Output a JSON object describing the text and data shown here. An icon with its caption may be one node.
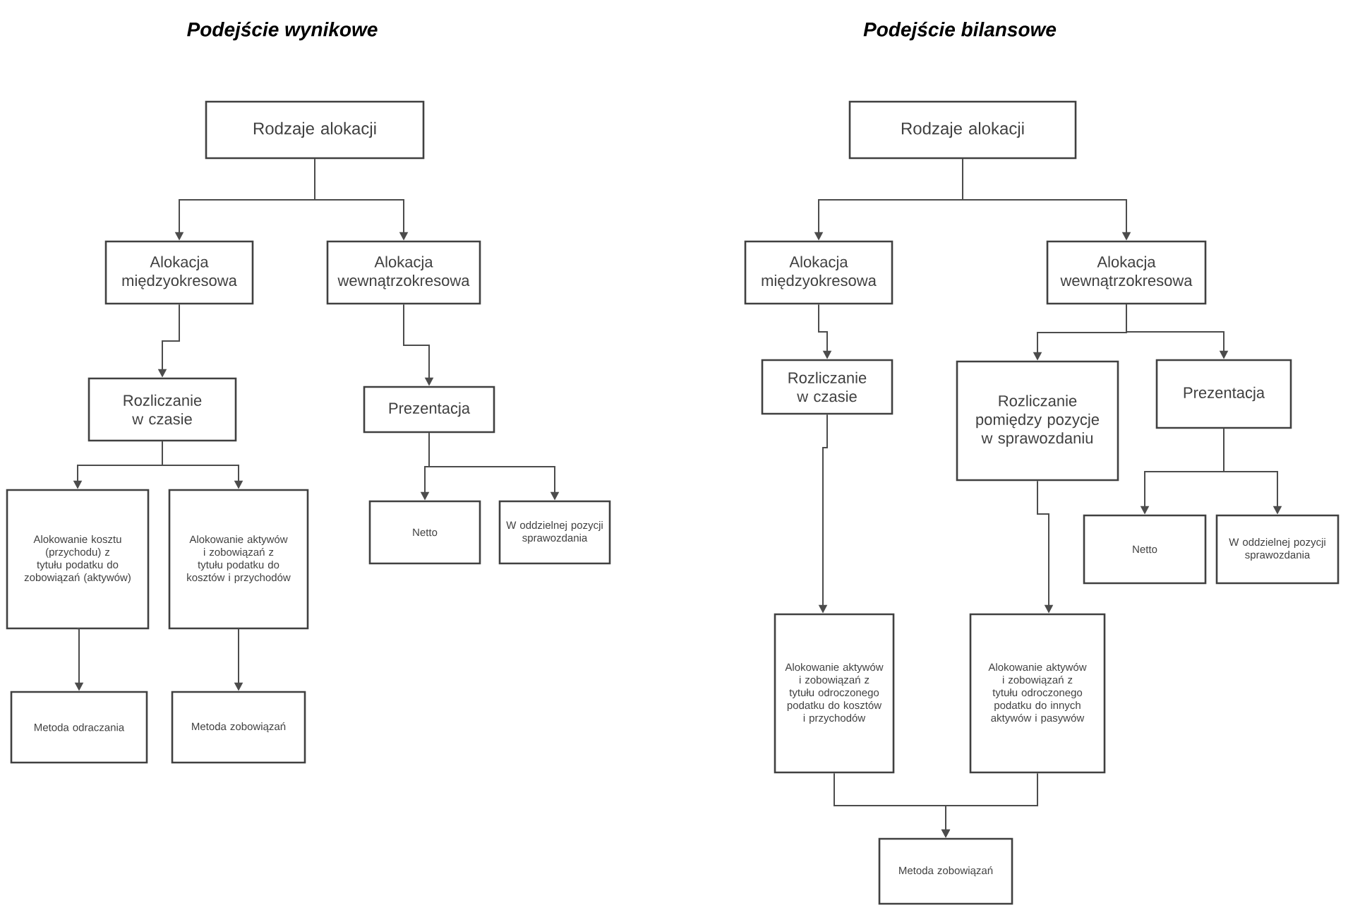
{
  "diagram": {
    "nodes": [
      {
        "text": [
          "Rodzaje alokacji"
        ]
      },
      {
        "text": [
          "Alokacja międzyokresowa"
        ]
      },
      {
        "text": [
          "Alokacja wewnątrzokresowa"
        ]
      },
      {
        "text": [
          "Rozliczanie w czasie"
        ]
      },
      {
        "text": [
          "Prezentacja"
        ]
      },
      {
        "text": [
          "Alokowanie kosztu (przychodu) z tytułu podatku do zobowiązań (aktywów)"
        ]
      },
      {
        "text": [
          "Alokowanie aktywów i zobowiązań z tytułu podatku do kosztów i przychodów"
        ]
      },
      {
        "text": [
          "Netto"
        ]
      },
      {
        "text": [
          "W oddzielnej pozycji sprawozdania"
        ]
      },
      {
        "text": [
          "Metoda odraczania"
        ]
      },
      {
        "text": [
          "Metoda zobowiązań"
        ]
      },
      {
        "text": [
          "Rodzaje alokacji"
        ]
      },
      {
        "text": [
          "Alokacja międzyokresowa"
        ]
      },
      {
        "text": [
          "Alokacja wewnątrzokresowa"
        ]
      },
      {
        "text": [
          "Rozliczanie w czasie"
        ]
      },
      {
        "text": [
          "Rozliczanie pomiędzy pozycje w sprawozdaniu"
        ]
      },
      {
        "text": [
          "Prezentacja"
        ]
      },
      {
        "text": [
          "Netto"
        ]
      },
      {
        "text": [
          "W oddzielnej pozycji sprawozdania"
        ]
      },
      {
        "text": [
          "Alokowanie aktywów i zobowiązań z tytułu odroczonego podatku do kosztów i przychodów"
        ]
      },
      {
        "text": [
          "Alokowanie aktywów i zobowiązań z tytułu odroczonego podatku do innych aktywów i pasywów"
        ]
      },
      {
        "text": [
          "Metoda zobowiązań"
        ]
      }
    ],
    "edges": [
      {
        "from": 0,
        "to": 1,
        "arrow": "to"
      },
      {
        "from": 0,
        "to": 2,
        "arrow": "to"
      },
      {
        "from": 1,
        "to": 3,
        "arrow": "to"
      },
      {
        "from": 2,
        "to": 4,
        "arrow": "to"
      },
      {
        "from": 3,
        "to": 5,
        "arrow": "to"
      },
      {
        "from": 3,
        "to": 6,
        "arrow": "to"
      },
      {
        "from": 4,
        "to": 7,
        "arrow": "to"
      },
      {
        "from": 4,
        "to": 8,
        "arrow": "to"
      },
      {
        "from": 5,
        "to": 9,
        "arrow": "to"
      },
      {
        "from": 6,
        "to": 10,
        "arrow": "to"
      },
      {
        "from": 11,
        "to": 12,
        "arrow": "to"
      },
      {
        "from": 11,
        "to": 13,
        "arrow": "to"
      },
      {
        "from": 12,
        "to": 14,
        "arrow": "to"
      },
      {
        "from": 13,
        "to": 15,
        "arrow": "to"
      },
      {
        "from": 13,
        "to": 16,
        "arrow": "to"
      },
      {
        "from": 16,
        "to": 17,
        "arrow": "to"
      },
      {
        "from": 16,
        "to": 18,
        "arrow": "to"
      },
      {
        "from": 14,
        "to": 19,
        "arrow": "to"
      },
      {
        "from": 15,
        "to": 20,
        "arrow": "to"
      },
      {
        "from": 19,
        "to": 21,
        "arrow": "to"
      },
      {
        "from": 20,
        "to": 21,
        "arrow": "to"
      }
    ],
    "labels": [
      "Podejście wynikowe",
      "Podejście bilansowe"
    ]
  }
}
